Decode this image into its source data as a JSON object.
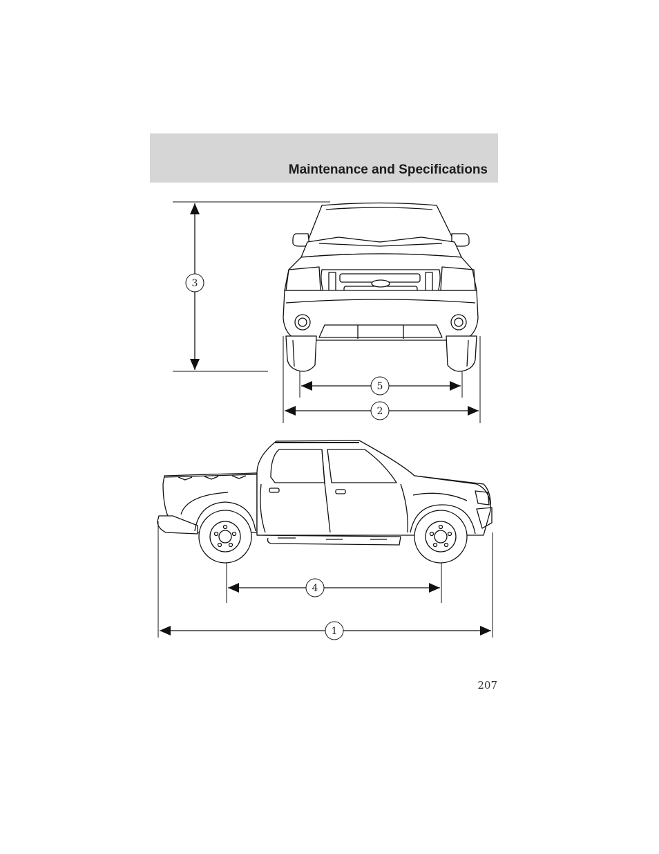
{
  "header": {
    "title": "Maintenance and Specifications"
  },
  "page_number": "207",
  "callouts": {
    "c1": "1",
    "c2": "2",
    "c3": "3",
    "c4": "4",
    "c5": "5"
  }
}
